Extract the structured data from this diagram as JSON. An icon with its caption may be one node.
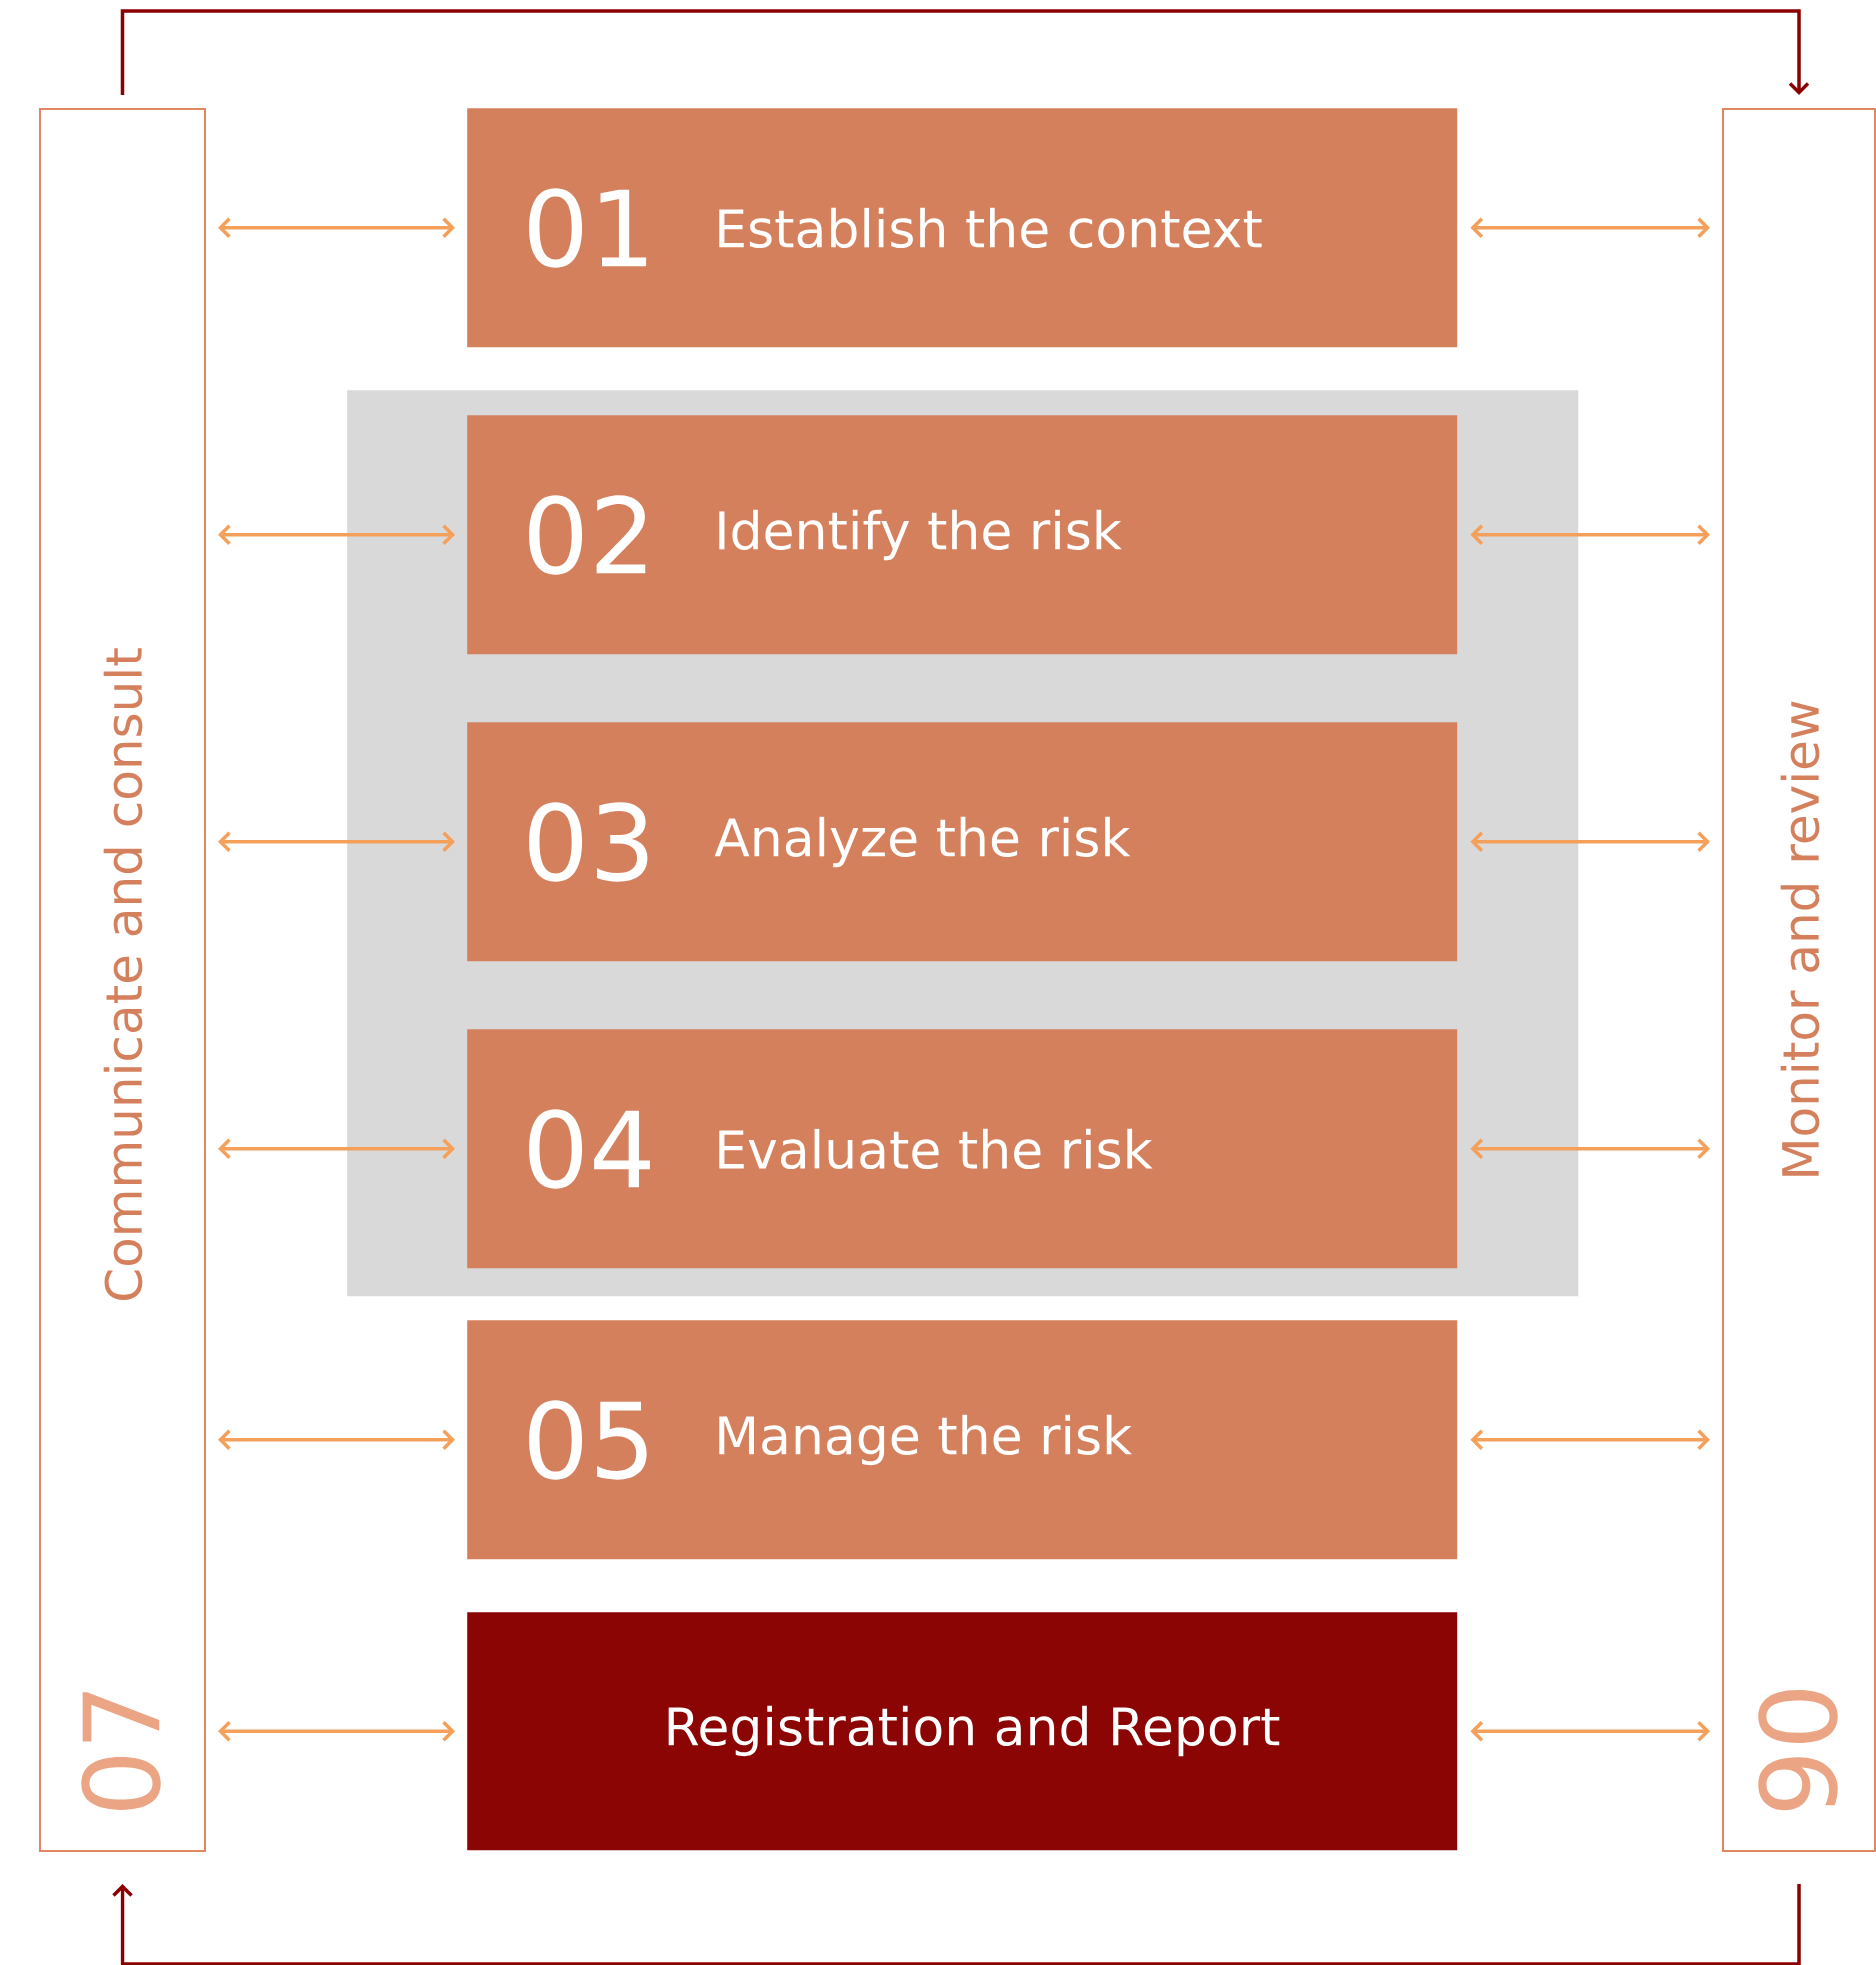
{
  "diagram": {
    "nodes": [
      {
        "text": [
          "Communicate and consult",
          "07"
        ]
      },
      {
        "text": [
          "01",
          "Establish the context"
        ]
      },
      {
        "text": [],
        "shape": "box"
      },
      {
        "text": [
          "02",
          "Identify the risk"
        ],
        "in": 2
      },
      {
        "text": [
          "03",
          "Analyze the risk"
        ],
        "in": 2
      },
      {
        "text": [
          "04",
          "Evaluate the risk"
        ],
        "in": 2
      },
      {
        "text": [
          "05",
          "Manage the risk"
        ]
      },
      {
        "text": [
          "Registration and Report"
        ]
      },
      {
        "text": [
          "Monitor and review",
          "06"
        ]
      }
    ],
    "edges": [
      {
        "from": 0,
        "to": 1,
        "arrow": "both"
      },
      {
        "from": 0,
        "to": 3,
        "arrow": "both"
      },
      {
        "from": 0,
        "to": 4,
        "arrow": "both"
      },
      {
        "from": 0,
        "to": 5,
        "arrow": "both"
      },
      {
        "from": 0,
        "to": 6,
        "arrow": "both"
      },
      {
        "from": 0,
        "to": 7,
        "arrow": "both"
      },
      {
        "from": 1,
        "to": 8,
        "arrow": "both"
      },
      {
        "from": 3,
        "to": 8,
        "arrow": "both"
      },
      {
        "from": 4,
        "to": 8,
        "arrow": "both"
      },
      {
        "from": 5,
        "to": 8,
        "arrow": "both"
      },
      {
        "from": 6,
        "to": 8,
        "arrow": "both"
      },
      {
        "from": 7,
        "to": 8,
        "arrow": "both"
      },
      {
        "from": 0,
        "to": 8,
        "arrow": "to",
        "color": "#8b0000"
      },
      {
        "from": 8,
        "to": 0,
        "arrow": "to",
        "color": "#8b0000"
      }
    ]
  }
}
